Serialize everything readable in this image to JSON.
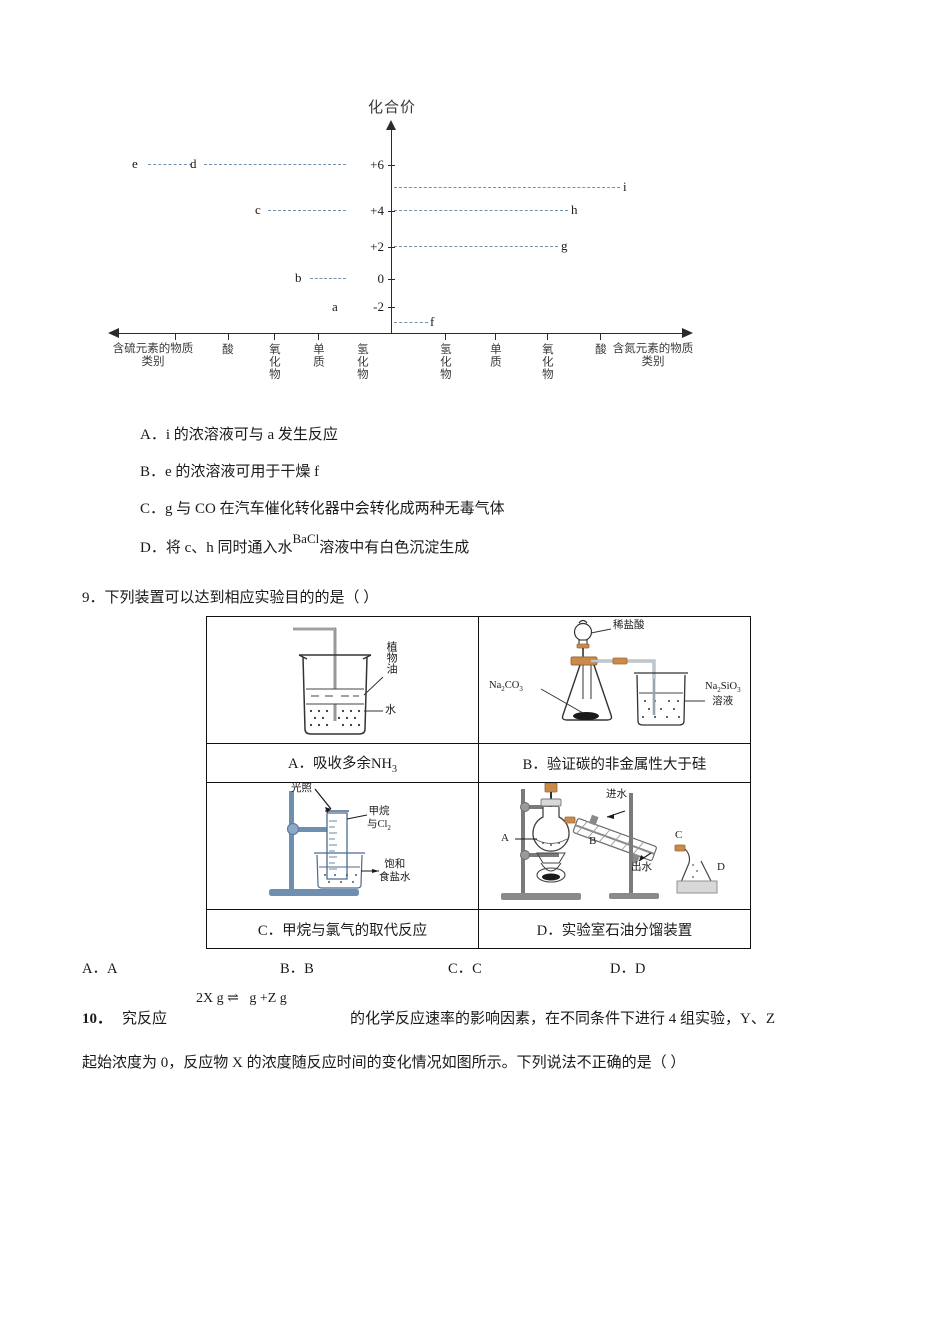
{
  "chart_data": {
    "type": "scatter",
    "title": "化合价",
    "ylabel": "化合价",
    "xlabel": "",
    "ylim": [
      -4,
      7
    ],
    "yticks": [
      "+6",
      "+4",
      "+2",
      "0",
      "-2"
    ],
    "ytick_values": [
      6,
      4,
      2,
      0,
      -2
    ],
    "grid": false,
    "legend": "none",
    "categories": [
      "含硫元素的物质类别",
      "酸",
      "氧化物",
      "单质",
      "氢化物",
      "氢化物",
      "单质",
      "氧化物",
      "酸",
      "含氮元素的物质类别"
    ],
    "points": [
      {
        "label": "e",
        "valence": 6,
        "category": "含硫元素的物质类别",
        "side": "left"
      },
      {
        "label": "d",
        "valence": 6,
        "category": "酸",
        "side": "left"
      },
      {
        "label": "c",
        "valence": 4,
        "category": "氧化物",
        "side": "left"
      },
      {
        "label": "b",
        "valence": 0,
        "category": "单质",
        "side": "left"
      },
      {
        "label": "a",
        "valence": -2,
        "category": "氢化物",
        "side": "left"
      },
      {
        "label": "f",
        "valence": -3,
        "category": "氢化物",
        "side": "right"
      },
      {
        "label": "g",
        "valence": 2,
        "category": "单质",
        "side": "right"
      },
      {
        "label": "h",
        "valence": 4,
        "category": "氧化物",
        "side": "right"
      },
      {
        "label": "i",
        "valence": 5,
        "category": "酸",
        "side": "right"
      }
    ]
  },
  "q8_options": {
    "a": "A．i 的浓溶液可与 a 发生反应",
    "b": "B．e 的浓溶液可用于干燥 f",
    "c": "C．g 与 CO 在汽车催化转化器中会转化成两种无毒气体",
    "d_pre": "D．将 c、h 同时通入水",
    "d_sup": "BaCl",
    "d_post": "溶液中有白色沉淀生成"
  },
  "q9": {
    "stem": "9．下列装置可以达到相应实验目的的是（         ）",
    "cells": [
      {
        "id": "A",
        "caption_pre": "A．吸收多余",
        "caption_formula": "NH",
        "caption_sub": "3",
        "figure": "beaker-oil-water",
        "figure_labels": [
          "植物油",
          "水"
        ]
      },
      {
        "id": "B",
        "caption": "B．验证碳的非金属性大于硅",
        "figure": "flask-gas-beaker",
        "figure_labels": [
          "稀盐酸",
          "Na2CO3",
          "Na2SiO3 溶液"
        ]
      },
      {
        "id": "C",
        "caption": "C．甲烷与氯气的取代反应",
        "figure": "tube-light-brine",
        "figure_labels": [
          "光照",
          "甲烷与Cl2",
          "饱和食盐水"
        ]
      },
      {
        "id": "D",
        "caption": "D．实验室石油分馏装置",
        "figure": "distillation-apparatus",
        "figure_labels": [
          "进水",
          "出水",
          "A",
          "B",
          "C",
          "D"
        ]
      }
    ],
    "answers": [
      "A．A",
      "B．B",
      "C．C",
      "D．D"
    ]
  },
  "q10": {
    "num": "10．",
    "stem_pre": "究反应",
    "equation": "2X g ⇌   g +Z g",
    "stem_mid": "的化学反应速率的影响因素，在不同条件下进行 4 组实验，Y、Z",
    "stem_line2": "起始浓度为 0，反应物 X 的浓度随反应时间的变化情况如图所示。下列说法不正确的是（         ）"
  },
  "colors": {
    "text": "#1a1a1a",
    "leader": "#7590ad",
    "axis": "#2b2b2b",
    "glass": "#6b7f93",
    "cork": "#c98a4b",
    "stand": "#5b7fa6"
  }
}
